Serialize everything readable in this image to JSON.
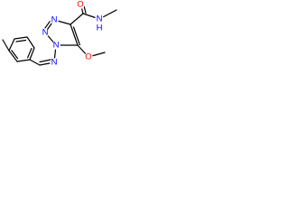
{
  "molecule": {
    "atoms": {
      "o_carbonyl": "O",
      "n_amide": "N",
      "h_amide": "H",
      "n_ring_2": "N",
      "n_ring_3": "N",
      "n_ring_1": "N",
      "o_methoxy": "O",
      "n_imine": "N"
    },
    "colors": {
      "bond": "#000000",
      "nitrogen": "#0000ff",
      "oxygen": "#ff0000",
      "background": "#ffffff"
    }
  }
}
